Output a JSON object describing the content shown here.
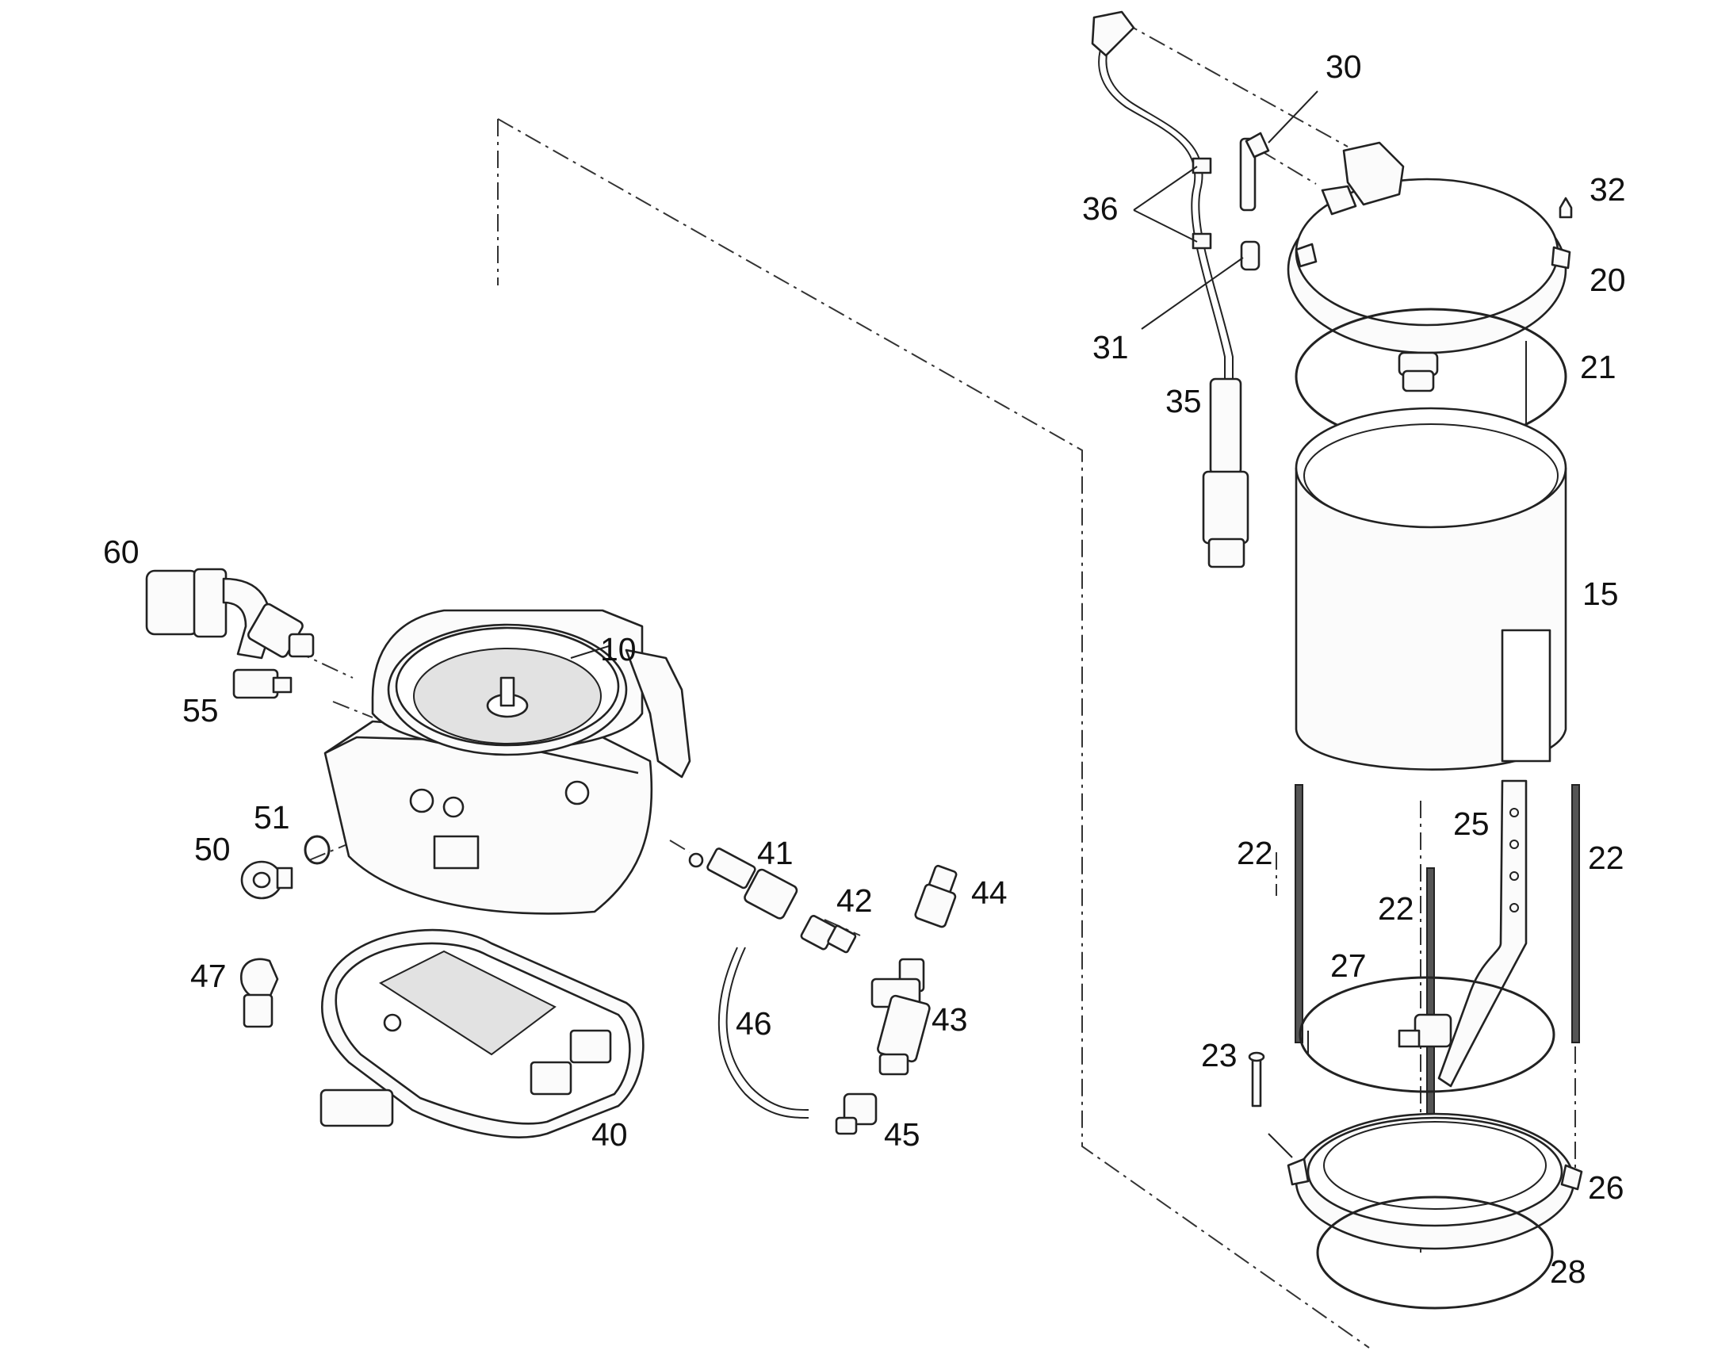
{
  "diagram": {
    "labels": {
      "l10": "10",
      "l15": "15",
      "l20": "20",
      "l21": "21",
      "l22a": "22",
      "l22b": "22",
      "l22c": "22",
      "l23": "23",
      "l25": "25",
      "l26": "26",
      "l27": "27",
      "l28": "28",
      "l30": "30",
      "l31": "31",
      "l32": "32",
      "l35": "35",
      "l36": "36",
      "l40": "40",
      "l41": "41",
      "l42": "42",
      "l43": "43",
      "l44": "44",
      "l45": "45",
      "l46": "46",
      "l47": "47",
      "l50": "50",
      "l51": "51",
      "l55": "55",
      "l60": "60"
    }
  }
}
